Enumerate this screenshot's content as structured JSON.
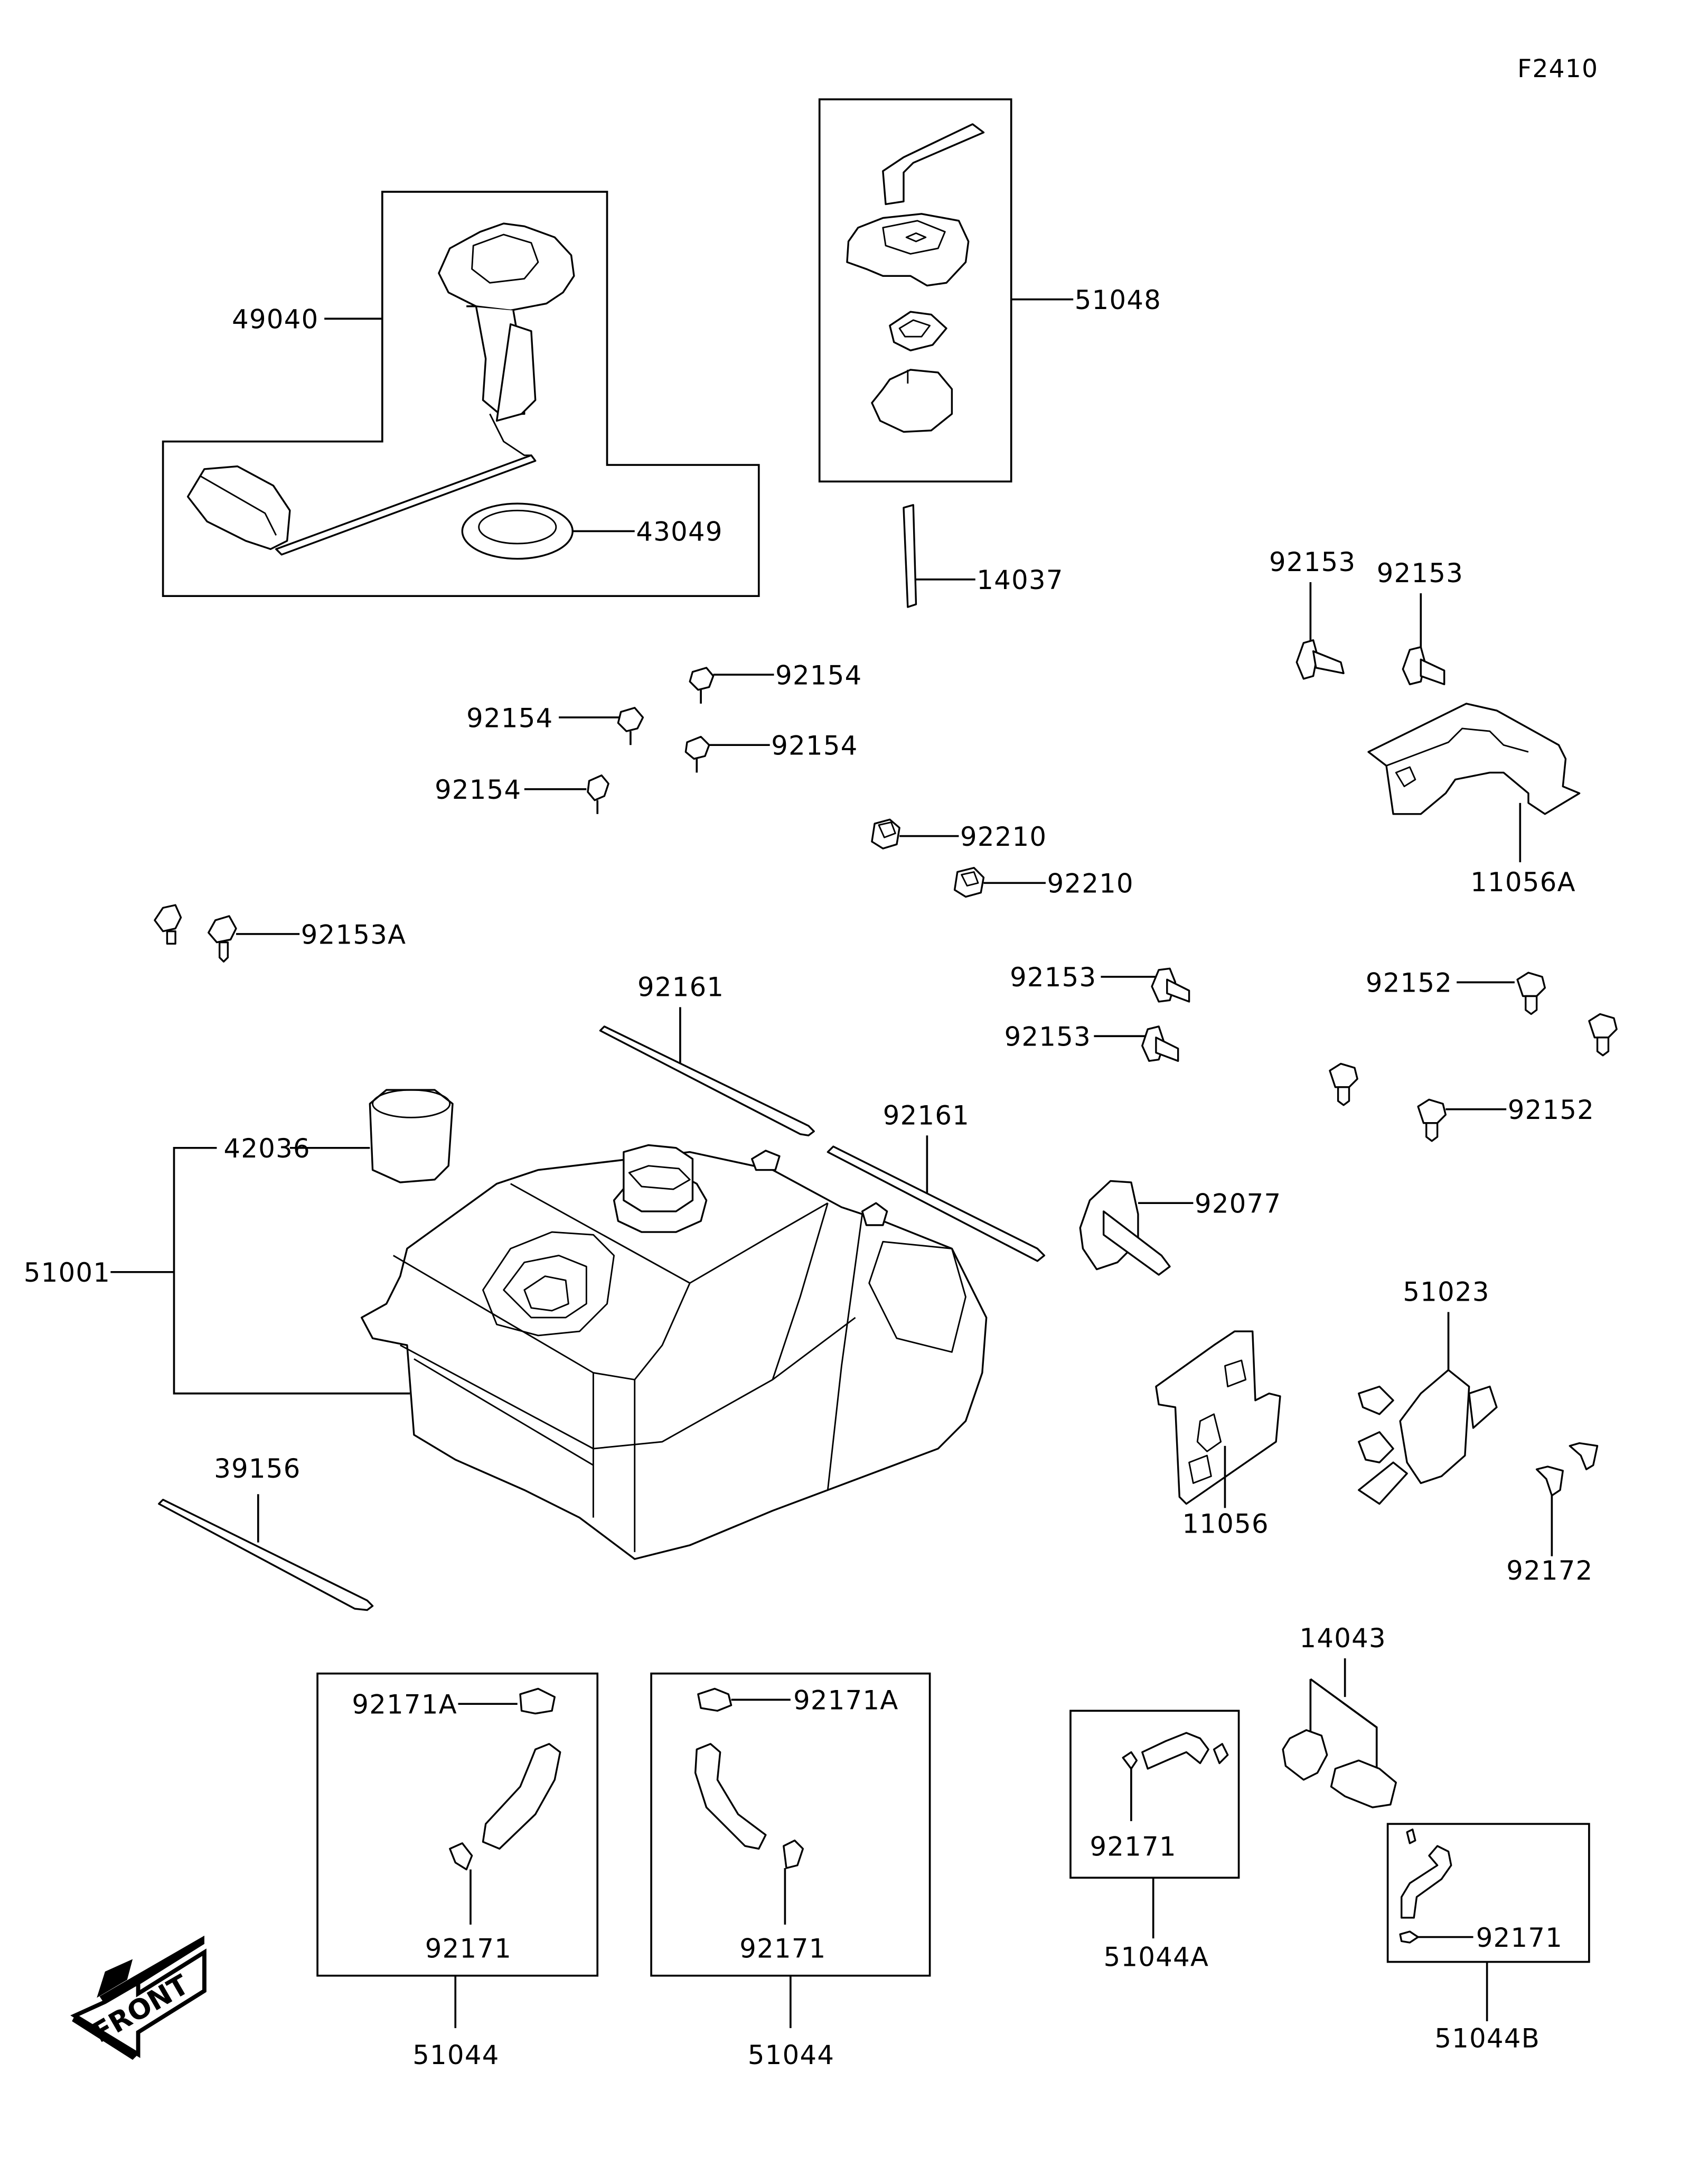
{
  "figure_id": "F2410",
  "front_indicator": "FRONT",
  "colors": {
    "line": "#000000",
    "background": "#ffffff"
  },
  "parts": {
    "fuel_pump_assy": "49040",
    "fuel_pump_gasket": "43049",
    "fuel_cap_assy": "51048",
    "breather_tube": "14037",
    "bolt_92154_a": "92154",
    "bolt_92154_b": "92154",
    "bolt_92154_c": "92154",
    "bolt_92154_d": "92154",
    "nut_92210_a": "92210",
    "nut_92210_b": "92210",
    "bolt_92153a": "92153A",
    "bolt_92153_top_a": "92153",
    "bolt_92153_top_b": "92153",
    "bracket_11056a": "11056A",
    "pad_92161_a": "92161",
    "pad_92161_b": "92161",
    "bolt_92153_mid_a": "92153",
    "bolt_92153_mid_b": "92153",
    "bolt_92152_a": "92152",
    "bolt_92152_b": "92152",
    "tank_cup": "42036",
    "fuel_tank": "51001",
    "grommet_92077": "92077",
    "valve_51023": "51023",
    "bracket_11056": "11056",
    "clip_92172": "92172",
    "pad_39156": "39156",
    "sensor_14043": "14043",
    "hose_kit_1": {
      "assy": "51044",
      "clamp_a": "92171A",
      "clamp": "92171"
    },
    "hose_kit_2": {
      "assy": "51044",
      "clamp_a": "92171A",
      "clamp": "92171"
    },
    "hose_kit_a": {
      "assy": "51044A",
      "clamp": "92171"
    },
    "hose_kit_b": {
      "assy": "51044B",
      "clamp": "92171"
    }
  }
}
